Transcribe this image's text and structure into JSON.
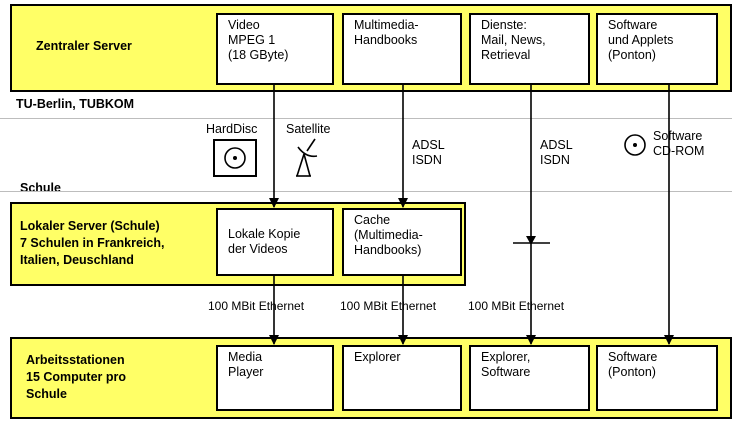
{
  "zentral": {
    "label": "Zentraler Server",
    "boxes": [
      "Video\nMPEG 1\n(18 GByte)",
      "Multimedia-\nHandbooks",
      "Dienste:\nMail, News,\nRetrieval",
      "Software\nund Applets\n(Ponton)"
    ]
  },
  "tu_label": "TU-Berlin, TUBKOM",
  "media": {
    "harddisc": "HardDisc",
    "satellite": "Satellite",
    "adsl_isdn_1": "ADSL\nISDN",
    "adsl_isdn_2": "ADSL\nISDN",
    "software_cdrom": "Software\nCD-ROM"
  },
  "schule_label": "Schule",
  "lokal": {
    "label": "Lokaler Server (Schule)\n7 Schulen in Frankreich,\nItalien, Deuschland",
    "boxes": [
      "Lokale Kopie\nder Videos",
      "Cache\n(Multimedia-\nHandbooks)"
    ]
  },
  "ethernet": [
    "100 MBit Ethernet",
    "100 MBit Ethernet",
    "100 MBit Ethernet"
  ],
  "arbeit": {
    "label": "Arbeitsstationen\n15 Computer pro\nSchule",
    "boxes": [
      "Media\nPlayer",
      "Explorer",
      "Explorer,\nSoftware",
      "Software\n(Ponton)"
    ]
  }
}
